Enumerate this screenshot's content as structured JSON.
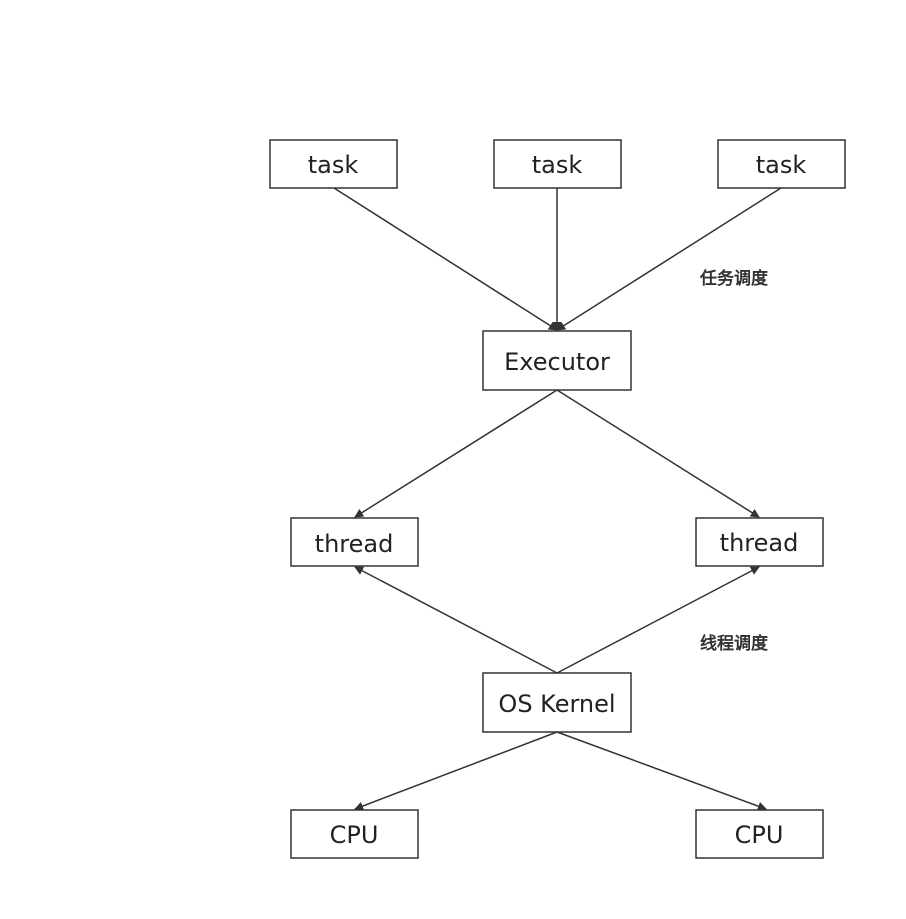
{
  "nodes": {
    "task_1": "task",
    "task_2": "task",
    "task_3": "task",
    "executor": "Executor",
    "thread_left": "thread",
    "thread_right": "thread",
    "os_kernel": "OS Kernel",
    "cpu_left": "CPU",
    "cpu_right": "CPU"
  },
  "annotations": {
    "task_scheduling": "任务调度",
    "thread_scheduling": "线程调度"
  },
  "edges": [
    {
      "from": "task_1",
      "to": "executor"
    },
    {
      "from": "task_2",
      "to": "executor"
    },
    {
      "from": "task_3",
      "to": "executor"
    },
    {
      "from": "executor",
      "to": "thread_left"
    },
    {
      "from": "executor",
      "to": "thread_right"
    },
    {
      "from": "os_kernel",
      "to": "thread_left"
    },
    {
      "from": "os_kernel",
      "to": "thread_right"
    },
    {
      "from": "os_kernel",
      "to": "cpu_left"
    },
    {
      "from": "os_kernel",
      "to": "cpu_right"
    }
  ],
  "colors": {
    "stroke": "#333333",
    "text": "#222222",
    "background": "#ffffff"
  }
}
